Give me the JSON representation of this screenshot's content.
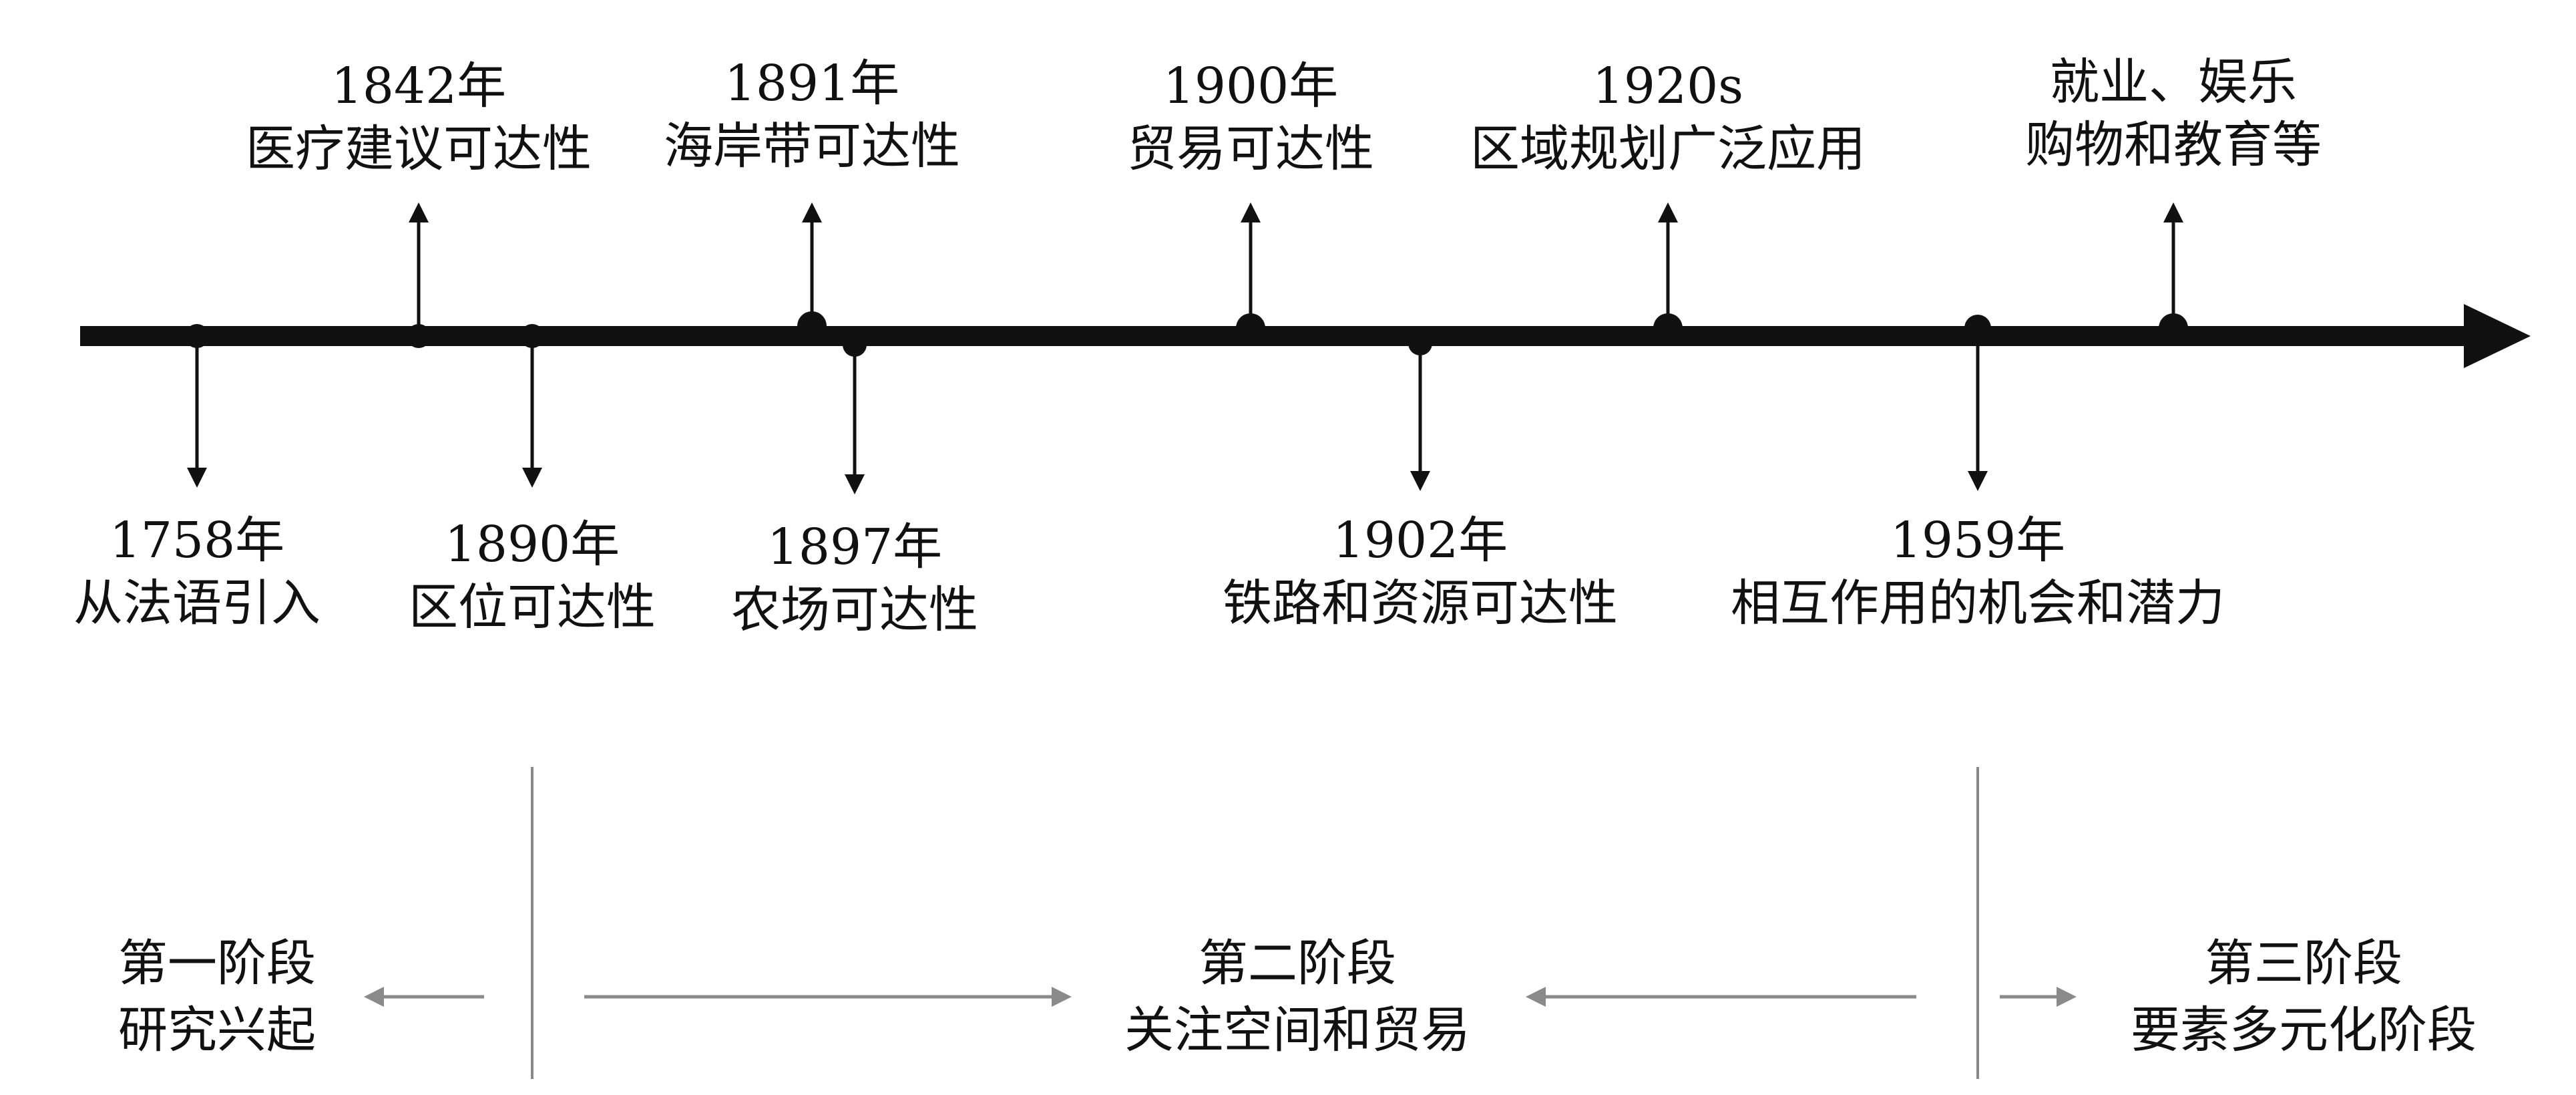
{
  "timeline": {
    "events": [
      {
        "id": "e1758",
        "year": "1758年",
        "desc": "从法语引入"
      },
      {
        "id": "e1842",
        "year": "1842年",
        "desc": "医疗建议可达性"
      },
      {
        "id": "e1890",
        "year": "1890年",
        "desc": "区位可达性"
      },
      {
        "id": "e1891",
        "year": "1891年",
        "desc": "海岸带可达性"
      },
      {
        "id": "e1897",
        "year": "1897年",
        "desc": "农场可达性"
      },
      {
        "id": "e1900",
        "year": "1900年",
        "desc": "贸易可达性"
      },
      {
        "id": "e1902",
        "year": "1902年",
        "desc": "铁路和资源可达性"
      },
      {
        "id": "e1920",
        "year": "1920s",
        "desc": "区域规划广泛应用"
      },
      {
        "id": "e1959",
        "year": "1959年",
        "desc": "相互作用的机会和潜力"
      },
      {
        "id": "eleisure",
        "line1": "就业、娱乐",
        "line2": "购物和教育等"
      }
    ]
  },
  "stages": [
    {
      "id": "stage1",
      "line1": "第一阶段",
      "line2": "研究兴起"
    },
    {
      "id": "stage2",
      "line1": "第二阶段",
      "line2": "关注空间和贸易"
    },
    {
      "id": "stage3",
      "line1": "第三阶段",
      "line2": "要素多元化阶段"
    }
  ],
  "colors": {
    "axis": "#111111",
    "stage_divider": "#888888",
    "stage_arrow": "#8a8a8a"
  }
}
